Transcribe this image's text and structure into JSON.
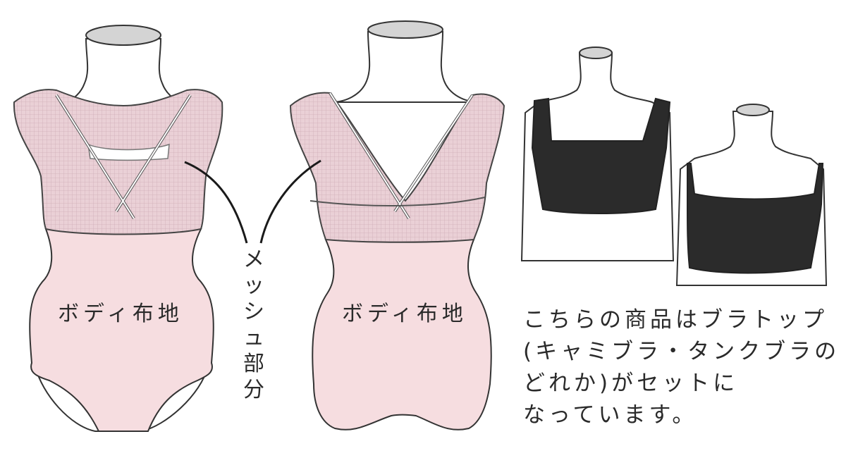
{
  "labels": {
    "front_body": "ボディ布地",
    "back_body": "ボディ布地",
    "mesh_chars": [
      "メ",
      "ッ",
      "シ",
      "ュ",
      "部",
      "分"
    ]
  },
  "note_lines": [
    "こちらの商品はブラトップ",
    "(キャミブラ・タンクブラの",
    "どれか)がセットに",
    "なっています。"
  ],
  "colors": {
    "body_fabric": "#f6dde0",
    "mesh_fabric": "#e9ccd3",
    "bra_top": "#2b2b2b",
    "outline": "#333333",
    "mannequin_cap": "#d4d4d4"
  }
}
